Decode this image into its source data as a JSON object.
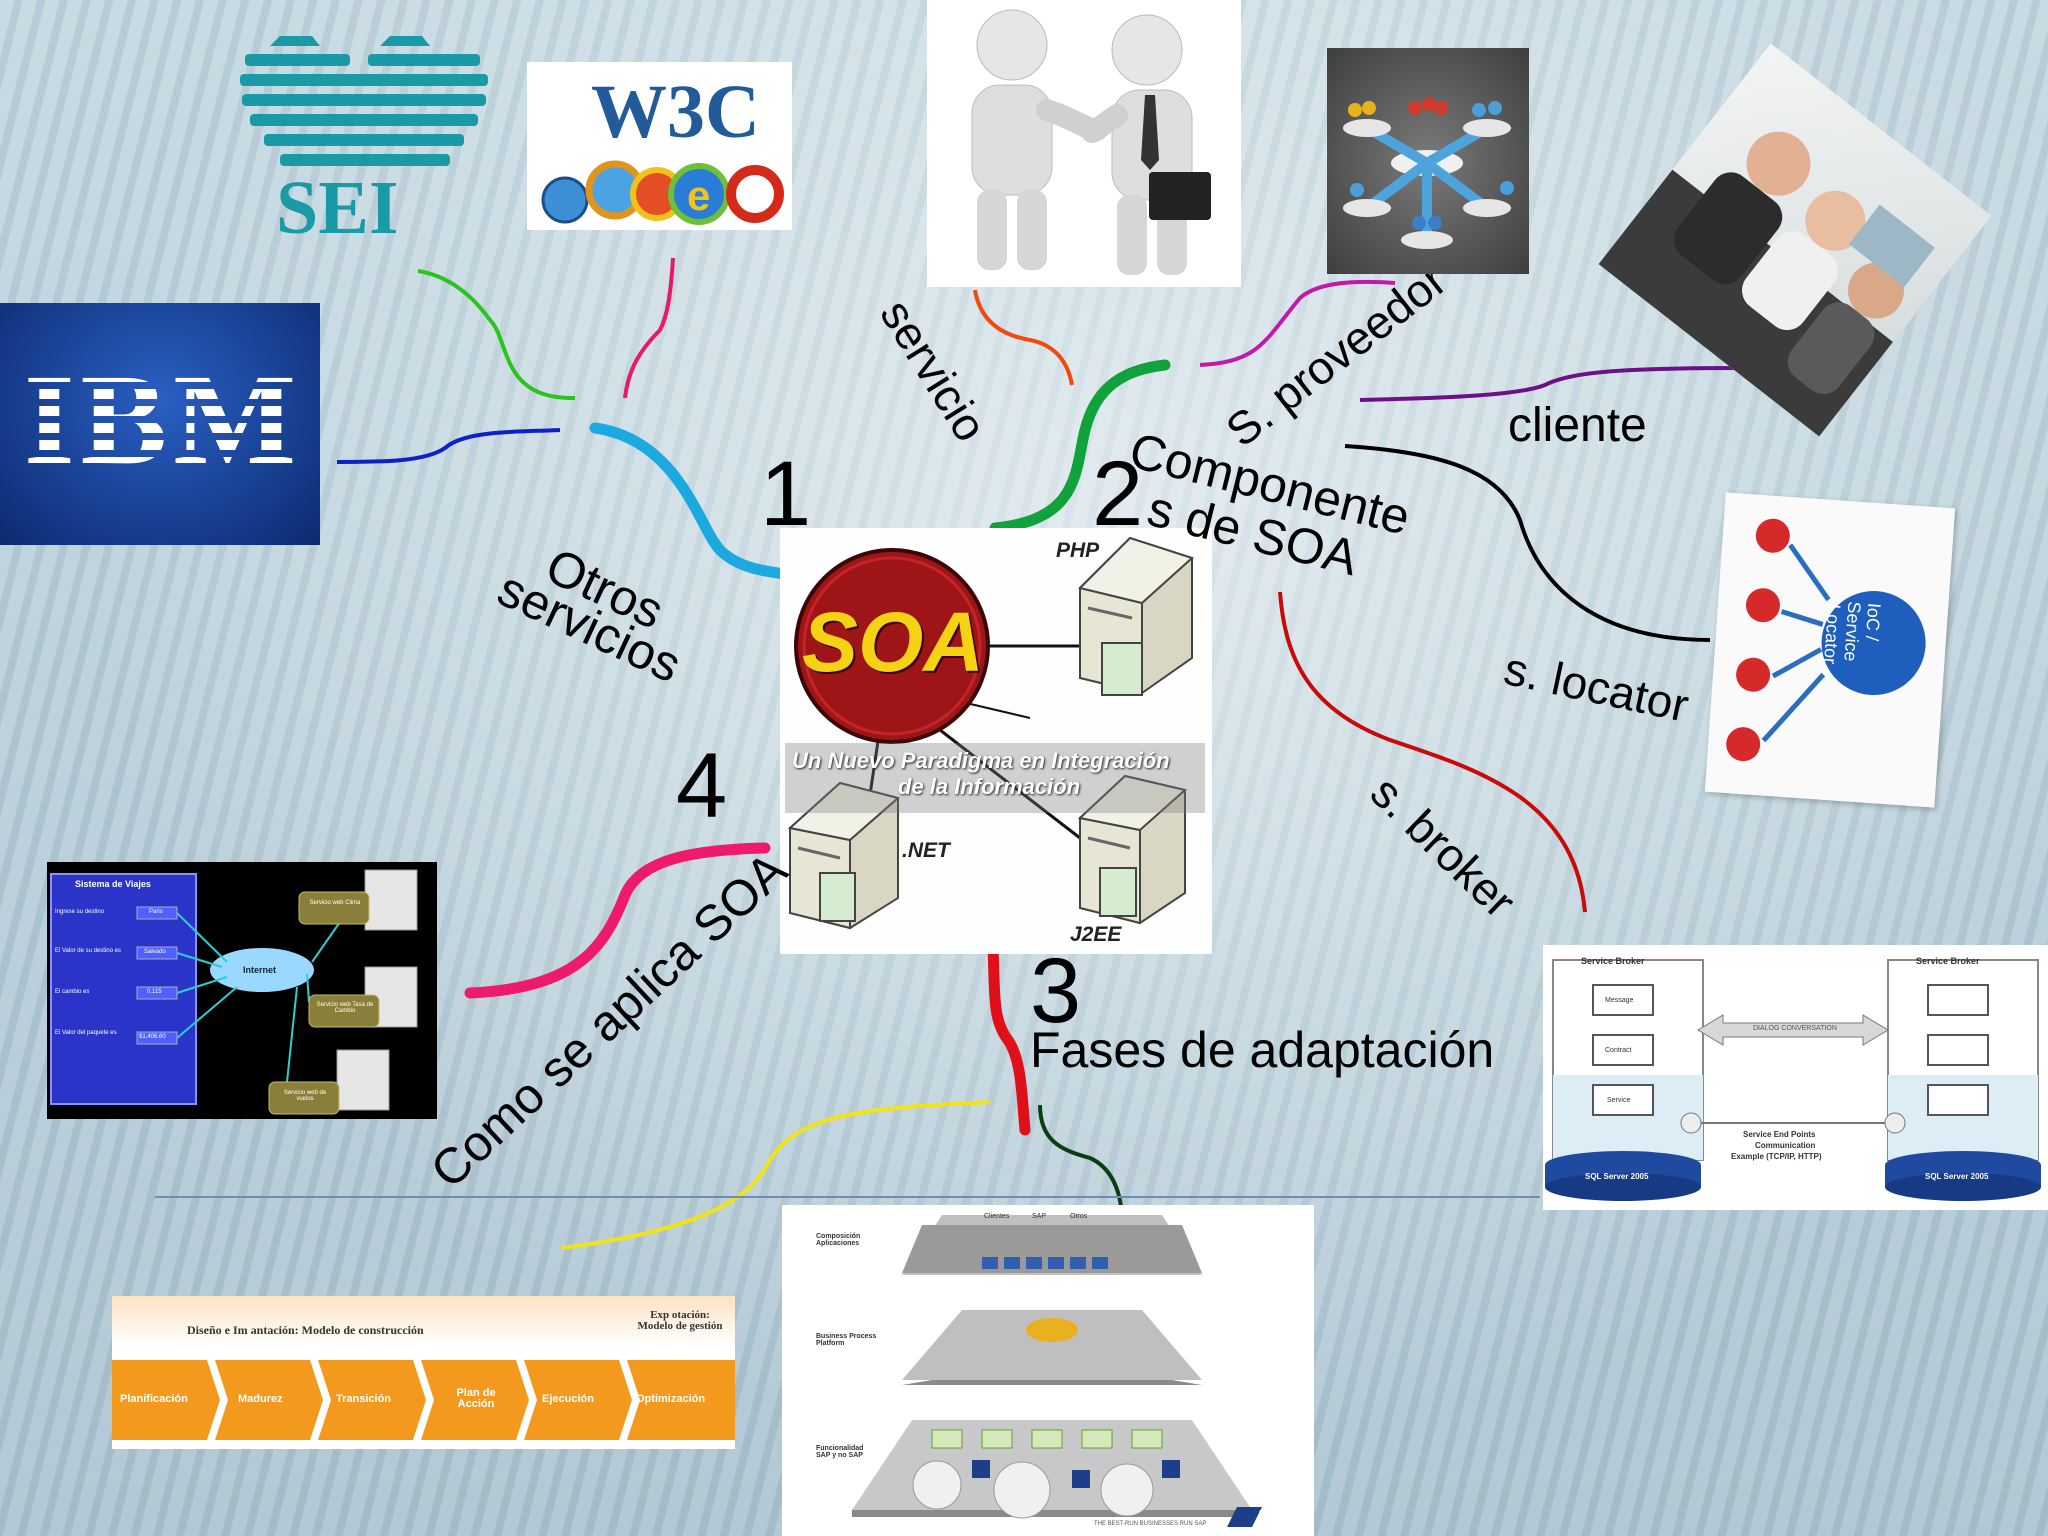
{
  "center": {
    "logo_text": "SOA",
    "subtitle_line1": "Un Nuevo Paradigma en Integración",
    "subtitle_line2": "de la Información",
    "server_php": "PHP",
    "server_net": ".NET",
    "server_j2ee": "J2EE"
  },
  "branches": {
    "n1": "1",
    "n2": "2",
    "n3": "3",
    "n4": "4",
    "otros_line1": "Otros",
    "otros_line2": "servicios",
    "componentes_line1": "Componente",
    "componentes_line2": "s de SOA",
    "fases": "Fases de adaptación",
    "como": "Como se aplica SOA"
  },
  "leaves": {
    "servicio": "servicio",
    "proveedor": "S. proveedor",
    "cliente": "cliente",
    "locator": "s. locator",
    "broker": "s. broker"
  },
  "logos": {
    "sei": "SEI",
    "w3c": "W3C",
    "ibm": "IBM"
  },
  "locator_img": {
    "circle_text_line1": "IoC /",
    "circle_text_line2": "Service",
    "circle_text_line3": "Locator"
  },
  "broker_img": {
    "left_title": "Service Broker",
    "right_title": "Service Broker",
    "box1": "Message",
    "box2": "Contract",
    "box3": "Service",
    "arrow_text": "DIALOG CONVERSATION",
    "mid_text_line1": "Service End Points",
    "mid_text_line2": "Communication",
    "mid_text_line3": "Example (TCP/IP, HTTP)",
    "db_left": "SQL Server 2005",
    "db_right": "SQL Server 2005"
  },
  "viajes_img": {
    "panel_title": "Sistema de Viajes",
    "row1": "Ingrese su destino",
    "row1_btn": "Paris",
    "row2": "El Valor de su destino es",
    "row2_btn": "Salvado",
    "row3": "El cambio es",
    "row3_btn": "0.115",
    "row4": "El Valor del paquete es",
    "row4_btn": "$1,406.60",
    "cloud": "Internet",
    "ws1": "Servicio web Clima",
    "ws2": "Servicio web Tasa de Cambio",
    "ws3": "Servicio web de vuelos"
  },
  "phases_img": {
    "top_left": "Diseño e Im   antación: Modelo de construcción",
    "top_right": "Exp otación: Modelo de gestión",
    "steps": [
      "Planificación",
      "Madurez",
      "Transición",
      "Plan de Acción",
      "Ejecución",
      "Optimización"
    ]
  },
  "pyramid_img": {
    "label1": "Composición Aplicaciones",
    "label2": "Business Process Platform",
    "label3": "Funcionalidad SAP y no SAP",
    "top_labels": [
      "Clientes",
      "SAP",
      "Otros"
    ],
    "sap": "SAP",
    "footer": "THE BEST-RUN BUSINESSES RUN SAP"
  },
  "colors": {
    "blue_branch": "#1ba9e0",
    "green_branch": "#12a23c",
    "red_branch": "#e0101a",
    "pink_branch": "#ee1a6c",
    "soa_red": "#a3141a",
    "soa_yellow": "#f5d214",
    "orange_step": "#f39a1e"
  }
}
